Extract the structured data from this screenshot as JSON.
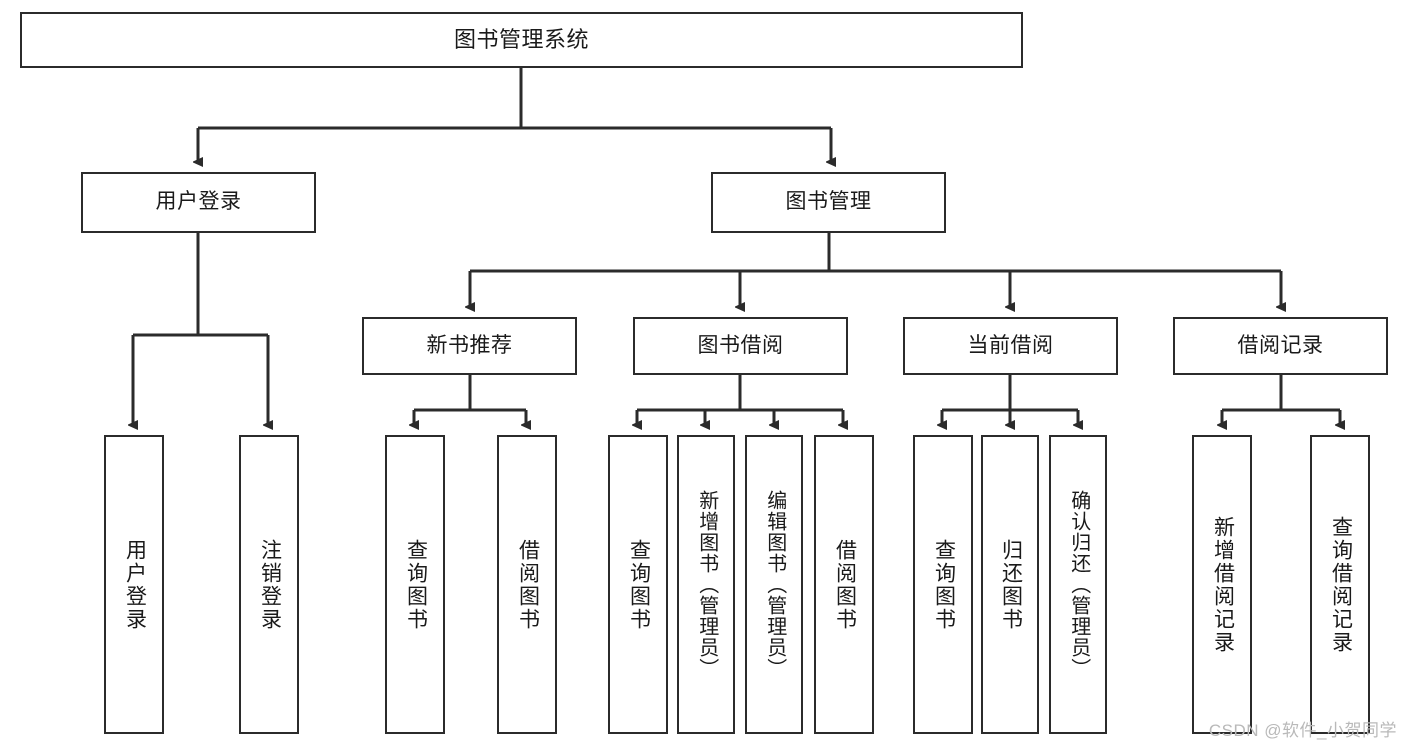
{
  "diagram": {
    "title": "图书管理系统",
    "type": "tree-hierarchy",
    "root": {
      "label": "图书管理系统"
    },
    "level2": [
      {
        "label": "用户登录"
      },
      {
        "label": "图书管理"
      }
    ],
    "level3": [
      {
        "label": "新书推荐"
      },
      {
        "label": "图书借阅"
      },
      {
        "label": "当前借阅"
      },
      {
        "label": "借阅记录"
      }
    ],
    "leaves": {
      "user_login": [
        {
          "label": "用户登录"
        },
        {
          "label": "注销登录"
        }
      ],
      "new_book_recommend": [
        {
          "label": "查询图书"
        },
        {
          "label": "借阅图书"
        }
      ],
      "book_borrow": [
        {
          "label": "查询图书"
        },
        {
          "label": "新增图书（管理员）"
        },
        {
          "label": "编辑图书（管理员）"
        },
        {
          "label": "借阅图书"
        }
      ],
      "current_borrow": [
        {
          "label": "查询图书"
        },
        {
          "label": "归还图书"
        },
        {
          "label": "确认归还（管理员）"
        }
      ],
      "borrow_record": [
        {
          "label": "新增借阅记录"
        },
        {
          "label": "查询借阅记录"
        }
      ]
    }
  },
  "watermark": {
    "text": "CSDN @软件_小贺同学"
  },
  "colors": {
    "box_border": "#2b2b2b",
    "box_fill": "#ffffff",
    "line": "#2b2b2b",
    "text": "#1a1a1a",
    "watermark": "#b9b9b9"
  }
}
